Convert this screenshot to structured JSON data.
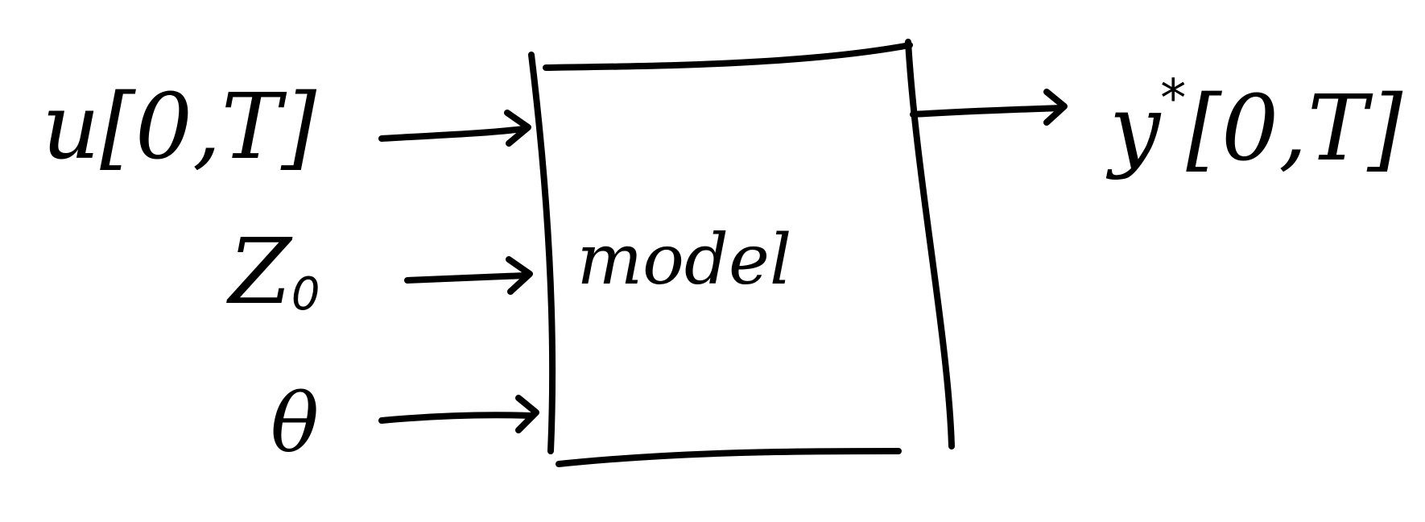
{
  "diagram": {
    "block": {
      "label": "model"
    },
    "inputs": [
      {
        "main": "u",
        "rest": "[0,T]"
      },
      {
        "main": "Z",
        "sub": "0"
      },
      {
        "main": "θ"
      }
    ],
    "output": {
      "main": "y",
      "sup": "*",
      "rest": "[0,T]"
    }
  }
}
